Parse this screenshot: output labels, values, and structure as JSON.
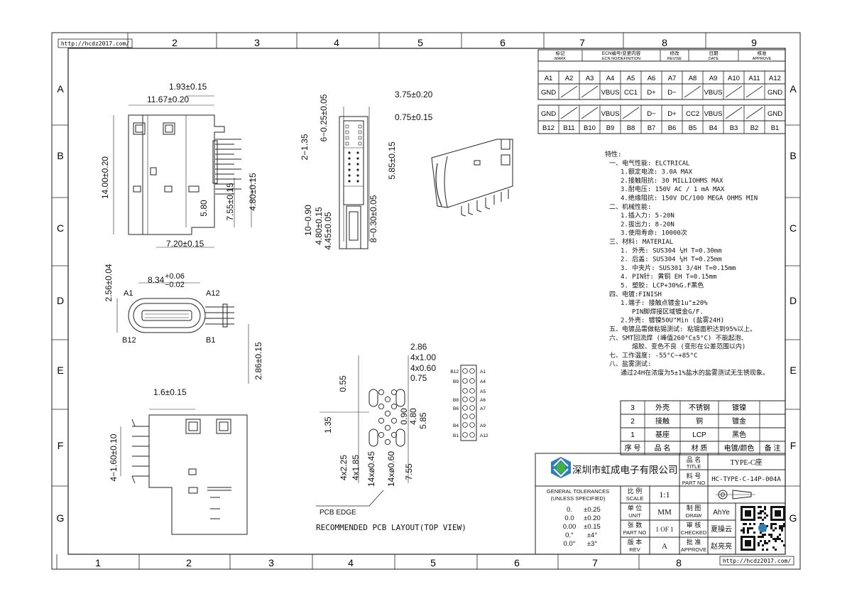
{
  "frame": {
    "url": "http://hcdz2017.com/",
    "col_top": [
      "2",
      "3",
      "4",
      "5",
      "6",
      "7",
      "8",
      "9"
    ],
    "col_bottom": [
      "1",
      "2",
      "3",
      "4",
      "5",
      "6",
      "7",
      "8"
    ],
    "rows": [
      "A",
      "B",
      "C",
      "D",
      "E",
      "F",
      "G"
    ]
  },
  "revision": {
    "headers": [
      {
        "cn": "标记",
        "en": "MARK"
      },
      {
        "cn": "ECN编号/变更内容",
        "en": "ECN NO/DEFINITION"
      },
      {
        "cn": "修改",
        "en": "REVISE"
      },
      {
        "cn": "日期",
        "en": "DATE"
      },
      {
        "cn": "核准",
        "en": "APPROVE"
      }
    ]
  },
  "pins": {
    "top_labels": [
      "A1",
      "A2",
      "A3",
      "A4",
      "A5",
      "A6",
      "A7",
      "A8",
      "A9",
      "A10",
      "A11",
      "A12"
    ],
    "top_signals": [
      "GND",
      "",
      "",
      "VBUS",
      "CC1",
      "D+",
      "D−",
      "",
      "VBUS",
      "",
      "",
      "GND"
    ],
    "bottom_signals": [
      "GND",
      "",
      "",
      "VBUS",
      "",
      "D−",
      "D+",
      "CC2",
      "VBUS",
      "",
      "",
      "GND"
    ],
    "bottom_labels": [
      "B12",
      "B11",
      "B10",
      "B9",
      "B8",
      "B7",
      "B6",
      "B5",
      "B4",
      "B3",
      "B2",
      "B1"
    ]
  },
  "dims": {
    "side_1": "1.93±0.15",
    "side_2": "11.67±0.20",
    "side_3": "14.00±0.20",
    "side_4": "5.80",
    "side_5": "7.55±0.15",
    "side_6": "4.80±0.15",
    "side_7": "7.20±0.15",
    "mid_1": "3.75±0.20",
    "mid_2": "6−0.25±0.05",
    "mid_3": "0.75±0.15",
    "mid_4": "2−1.35",
    "mid_5": "5.85±0.15",
    "mid_6": "10−0.90",
    "mid_7": "4.80±0.15",
    "mid_8": "4.45±0.05",
    "mid_9": "8−0.30±0.05",
    "front_1": "2.56±0.04",
    "front_2": "8.34",
    "front_2_up": "+0.06",
    "front_2_dn": "−0.02",
    "front_a1": "A1",
    "front_a12": "A12",
    "front_b12": "B12",
    "front_b1": "B1",
    "front_3": "2.86±0.15",
    "bot_1": "1.6±0.15",
    "bot_2": "4−1.60±0.10",
    "pcb_1": "2.86",
    "pcb_2": "4x1.00",
    "pcb_3": "4x0.60",
    "pcb_4": "0.75",
    "pcb_5": "0.55",
    "pcb_6": "1.35",
    "pcb_7": "0.90",
    "pcb_8": "4.80",
    "pcb_9": "5.85",
    "pcb_10": "4x2.25",
    "pcb_11": "4x1.85",
    "pcb_12": "14xø0.45",
    "pcb_13": "14xø0.60",
    "pcb_14": "7.55",
    "pcb_edge": "PCB EDGE",
    "pcb_caption": "RECOMMENDED PCB LAYOUT(TOP VIEW)",
    "pin_left": [
      "B12",
      "B9",
      "",
      "B8",
      "B6",
      "",
      "B4",
      "B1"
    ],
    "pin_right": [
      "A1",
      "A4",
      "A5",
      "A6",
      "A7",
      "",
      "A9",
      "A12"
    ]
  },
  "specs": [
    "特性:",
    "一、电气性能: ELCTRICAL",
    "1.额定电流: 3.0A MAX",
    "2.接触阻抗: 30 MILLIOHMS MAX",
    "3.耐电压: 150V AC / 1 mA MAX",
    "4.绝缘阻抗: 150V DC/100 MEGA OHMS MIN",
    "二、机械性能:",
    "1.插入力: 5-20N",
    "2.拔出力: 8-20N",
    "3.使用寿命: 10000次",
    "三、材料: MATERIAL",
    "1. 外壳: SUS304 ¼H T=0.30mm",
    "2. 后盖: SUS304 ¼H T=0.25mm",
    "3. 中夹片: SUS301 3/4H T=0.15mm",
    "4. PIN针: 黄铜 EH T=0.15mm",
    "5. 塑胶: LCP+30%G.F黑色",
    "四、电镀:FINISH",
    "1.端子: 接触点镀金1u\"±20%",
    "PIN脚焊接区域镀金G/F.",
    "2.外壳: 镀镍50U\"Min (盐雾24H)",
    "五、电镀品需做粘锡测试: 粘锡面积达到95%以上。",
    "六、SMT回流焊 (峰值260°C±5°C) 不能起泡、",
    "熔胶、变色不良 (变形在公差范围以内)",
    "七、工作温度: -55°C~+85°C",
    "八、盐雾测试:",
    "通过24H在浓度为5±1%盐水的盐雾测试无生锈现象。"
  ],
  "bom": {
    "rows": [
      [
        "3",
        "外壳",
        "不锈钢",
        "镀镍",
        ""
      ],
      [
        "2",
        "接触",
        "铜",
        "镀金",
        ""
      ],
      [
        "1",
        "基座",
        "LCP",
        "黑色",
        ""
      ]
    ],
    "header": [
      "序 号",
      "品 名",
      "材 质",
      "电镀/颜色",
      "备 注"
    ]
  },
  "title_block": {
    "company": "深圳市虹成电子有限公司",
    "title_label_cn": "品 名",
    "title_label_en": "TITLE",
    "title_value": "TYPE-C座",
    "part_label_cn": "料 号",
    "part_label_en": "PART NO",
    "part_value": "HC-TYPE-C-14P-004A",
    "tol_title_1": "GENERAL TOLERANCES",
    "tol_title_2": "(UNLESS SPECIFIED)",
    "tol_rows": [
      [
        "0.",
        "±0.25"
      ],
      [
        "0.0",
        "±0.20"
      ],
      [
        "0.00",
        "±0.15"
      ],
      [
        "0.°",
        "±4°"
      ],
      [
        "0.0°",
        "±3°"
      ]
    ],
    "scale_cn": "比 例",
    "scale_en": "SCALE",
    "scale_value": "1:1",
    "unit_cn": "单 位",
    "unit_en": "UNIT",
    "unit_value": "MM",
    "sheet_cn": "张 数",
    "sheet_en": "PART NO",
    "sheet_value": "1 OF 1",
    "rev_cn": "版 本",
    "rev_en": "REV",
    "rev_value": "A",
    "draw_cn": "制 图",
    "draw_en": "DRAW",
    "draw_value": "AhYe",
    "check_cn": "审 核",
    "check_en": "CHECKED",
    "check_value": "夏操云",
    "approve_cn": "批 准",
    "approve_en": "APPROVE",
    "approve_value": "赵亮亮"
  }
}
